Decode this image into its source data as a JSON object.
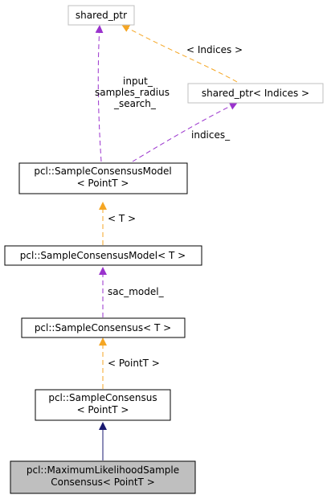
{
  "colors": {
    "template_edge": "#f5a623",
    "usage_edge": "#9a32cd",
    "inheritance_edge": "#191970",
    "node_border": "#000000",
    "external_node_border": "#bfbfbf",
    "highlight_fill": "#bfbfbf",
    "background": "#ffffff"
  },
  "nodes": {
    "shared_ptr": {
      "line1": "shared_ptr"
    },
    "shared_ptr_indices": {
      "line1": "shared_ptr< Indices >"
    },
    "sample_consensus_model_pointt": {
      "line1": "pcl::SampleConsensusModel",
      "line2": "< PointT >"
    },
    "sample_consensus_model_t": {
      "line1": "pcl::SampleConsensusModel< T >"
    },
    "sample_consensus_t": {
      "line1": "pcl::SampleConsensus< T >"
    },
    "sample_consensus_pointt": {
      "line1": "pcl::SampleConsensus",
      "line2": "< PointT >"
    },
    "maximum_likelihood": {
      "line1": "pcl::MaximumLikelihoodSample",
      "line2": "Consensus< PointT >"
    }
  },
  "edges": {
    "indices_template": {
      "label": "< Indices >"
    },
    "input_samples": {
      "line1": "input_",
      "line2": "samples_radius",
      "line3": "_search_"
    },
    "indices_usage": {
      "label": "indices_"
    },
    "t_template": {
      "label": "< T >"
    },
    "sac_model": {
      "label": "sac_model_"
    },
    "pointt_template": {
      "label": "< PointT >"
    }
  }
}
